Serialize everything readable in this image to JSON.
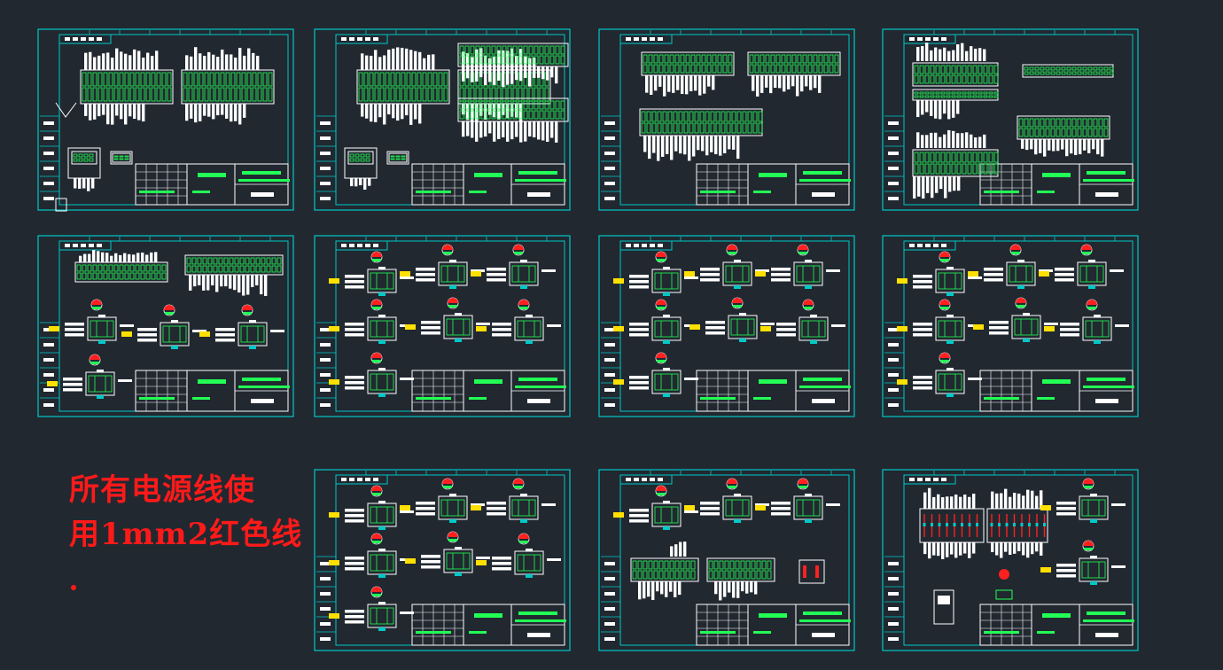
{
  "annotation": {
    "line1": "所有电源线使",
    "line2": "用1mm2红色线"
  },
  "colors": {
    "background": "#212830",
    "frame": "#00c8c8",
    "linework": "#ffffff",
    "terminal": "#22ff55",
    "accent_yellow": "#ffe000",
    "accent_red": "#ff2020",
    "note": "#ff1a1a"
  },
  "sheets": [
    {
      "row": 0,
      "col": 0,
      "kind": "terminal"
    },
    {
      "row": 0,
      "col": 1,
      "kind": "terminal"
    },
    {
      "row": 0,
      "col": 2,
      "kind": "terminal"
    },
    {
      "row": 0,
      "col": 3,
      "kind": "terminal"
    },
    {
      "row": 1,
      "col": 0,
      "kind": "mixed"
    },
    {
      "row": 1,
      "col": 1,
      "kind": "relay"
    },
    {
      "row": 1,
      "col": 2,
      "kind": "relay"
    },
    {
      "row": 1,
      "col": 3,
      "kind": "relay"
    },
    {
      "row": 2,
      "col": 1,
      "kind": "relay"
    },
    {
      "row": 2,
      "col": 2,
      "kind": "relay-terminal"
    },
    {
      "row": 2,
      "col": 3,
      "kind": "breaker"
    }
  ]
}
